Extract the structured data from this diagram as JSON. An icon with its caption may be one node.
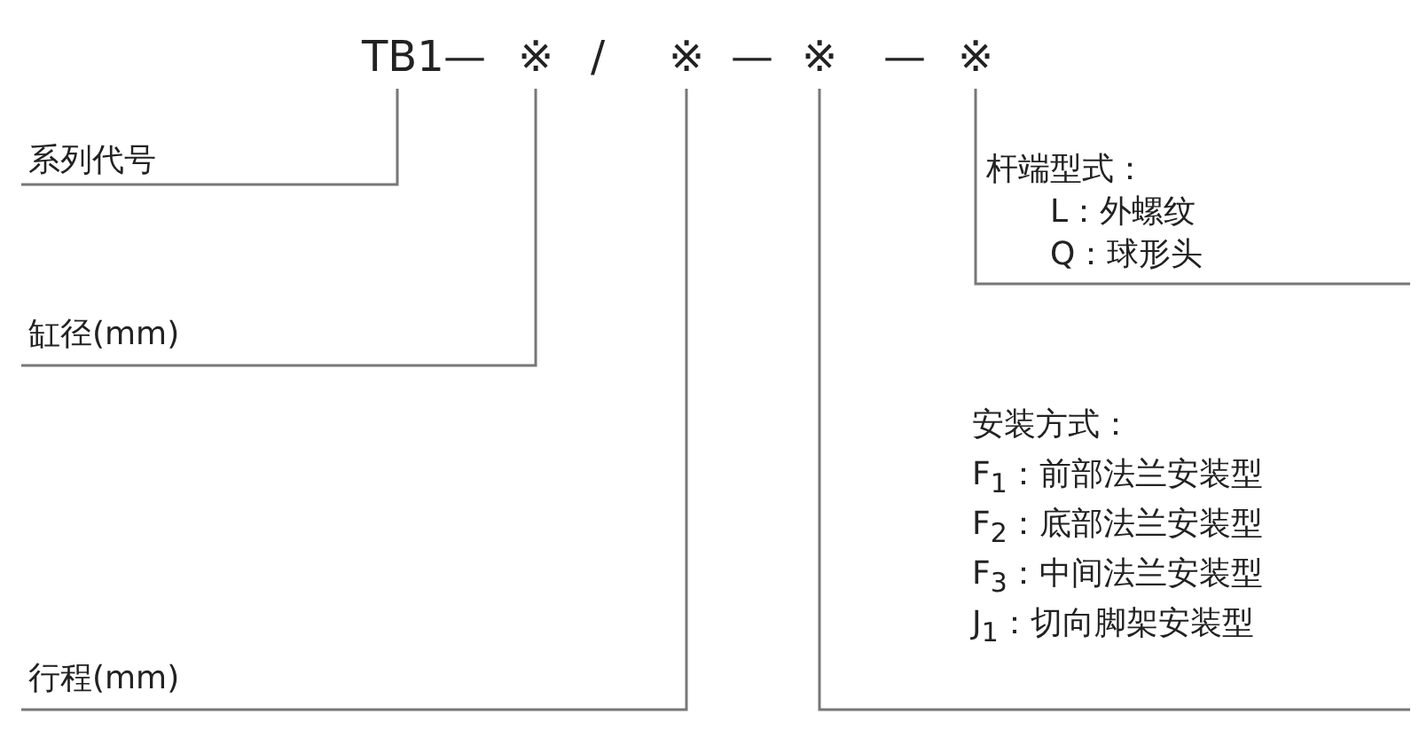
{
  "diagram": {
    "nodes": [
      {
        "text": [
          "TB1"
        ]
      },
      {
        "text": [
          "※"
        ]
      },
      {
        "text": [
          "※"
        ]
      },
      {
        "text": [
          "※"
        ]
      },
      {
        "text": [
          "※"
        ]
      },
      {
        "text": [
          "系列代号"
        ]
      },
      {
        "text": [
          "缸径(mm)"
        ]
      },
      {
        "text": [
          "行程(mm)"
        ]
      },
      {
        "text": [
          "杆端型式：",
          "L：外螺纹",
          "Q：球形头"
        ]
      },
      {
        "text": [
          "安装方式：",
          "F$_{1}$：前部法兰安装型",
          "F$_{2}$：底部法兰安装型",
          "F$_{3}$：中间法兰安装型",
          "J$_{1}$：切向脚架安装型"
        ]
      }
    ],
    "edges": [
      {
        "from": 0,
        "to": 5,
        "arrow": "none"
      },
      {
        "from": 1,
        "to": 6,
        "arrow": "none"
      },
      {
        "from": 2,
        "to": 7,
        "arrow": "none"
      },
      {
        "from": 3,
        "to": 9,
        "arrow": "none"
      },
      {
        "from": 4,
        "to": 8,
        "arrow": "none"
      }
    ],
    "labels": [
      "—",
      "/",
      "—",
      "—"
    ]
  }
}
